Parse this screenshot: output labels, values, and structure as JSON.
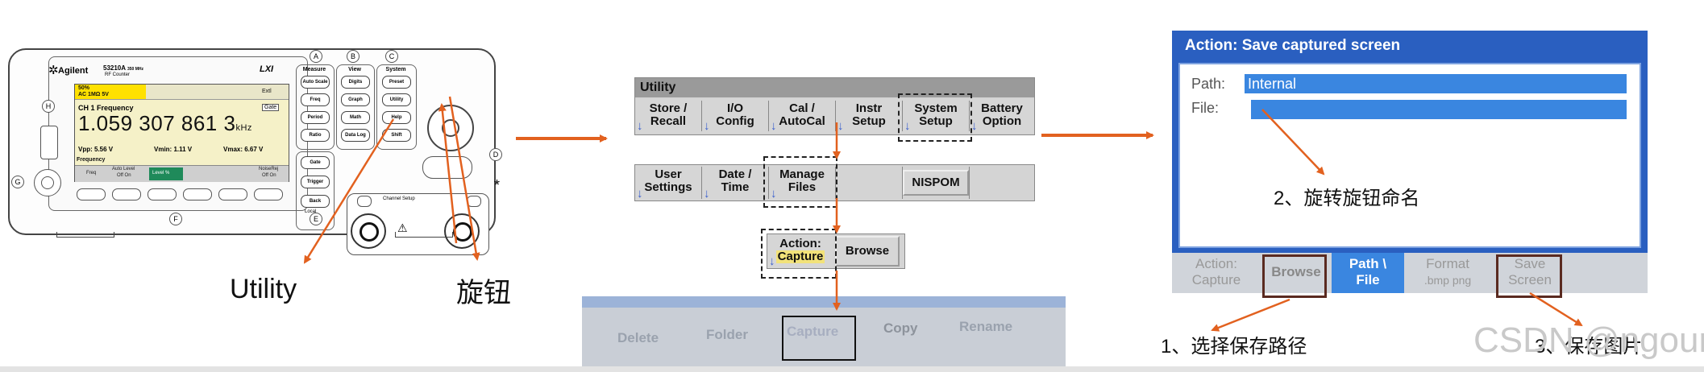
{
  "instrument": {
    "brand": "Agilent",
    "model": "53210A",
    "model_freq": "350 MHz",
    "model_sub": "RF Counter",
    "lxi": "LXI",
    "display": {
      "status_1": "50%",
      "status_2": "AC 1MΩ 5V",
      "external": "Extl",
      "channel": "CH 1 Frequency",
      "gate": "Gate",
      "value_main": "1.059 307 861 3",
      "value_unit": "kHz",
      "vpp": "Vpp: 5.56 V",
      "vmin": "Vmin: 1.11 V",
      "vmax": "Vmax: 6.67 V",
      "frequency_row": "Frequency",
      "soft_freq": "Freq",
      "soft_auto_level": "Auto Level",
      "soft_off_on": "Off On",
      "soft_level": "Level %",
      "soft_noise_rej": "NoiseRej",
      "soft_off_on_2": "Off On"
    },
    "circle_labels": {
      "A": "A",
      "B": "B",
      "C": "C",
      "D": "D",
      "E": "E",
      "F": "F",
      "G": "G",
      "H": "H"
    },
    "col_heads": {
      "measure": "Measure",
      "view": "View",
      "system": "System"
    },
    "measure_keys": [
      "Auto Scale",
      "Freq",
      "Period",
      "Ratio"
    ],
    "view_keys": [
      "Digits",
      "Graph",
      "Math",
      "Data Log"
    ],
    "system_keys": [
      "Preset",
      "Utility",
      "Help",
      "Shift"
    ],
    "gate_keys": [
      "Gate",
      "Trigger",
      "Back",
      "Local"
    ],
    "channel_setup": "Channel Setup",
    "star": "*"
  },
  "labels": {
    "utility": "Utility",
    "knob": "旋钮"
  },
  "utility_menu": {
    "title": "Utility",
    "buttons": [
      {
        "l1": "Store /",
        "l2": "Recall"
      },
      {
        "l1": "I/O",
        "l2": "Config"
      },
      {
        "l1": "Cal /",
        "l2": "AutoCal"
      },
      {
        "l1": "Instr",
        "l2": "Setup"
      },
      {
        "l1": "System",
        "l2": "Setup"
      },
      {
        "l1": "Battery",
        "l2": "Option"
      }
    ]
  },
  "system_menu": {
    "buttons": [
      {
        "l1": "User",
        "l2": "Settings"
      },
      {
        "l1": "Date /",
        "l2": "Time"
      },
      {
        "l1": "Manage",
        "l2": "Files"
      },
      {
        "l1": "NISPOM"
      }
    ]
  },
  "action_menu": {
    "action_l1": "Action:",
    "action_l2": "Capture",
    "browse": "Browse"
  },
  "file_menu": [
    "Delete",
    "Folder",
    "Capture",
    "Copy",
    "Rename"
  ],
  "save_screen": {
    "title": "Action: Save captured screen",
    "path_label": "Path:",
    "path_value": "Internal",
    "file_label": "File:",
    "softkeys": {
      "action_l1": "Action:",
      "action_l2": "Capture",
      "browse": "Browse",
      "path_l1": "Path \\",
      "path_l2": "File",
      "format": "Format",
      "format_opts": ".bmp png",
      "save_l1": "Save",
      "save_l2": "Screen"
    }
  },
  "notes": {
    "step1": "1、选择保存路径",
    "step2": "2、旋转旋钮命名",
    "step3": "3、保存图片"
  },
  "watermark": "CSDN @ngour-",
  "colors": {
    "arrow": "#e2611f",
    "screen_blue": "#2a5fc0",
    "field_blue": "#3a86e0",
    "display_yellow": "#ffe100",
    "box_brown": "#5a2a20"
  }
}
